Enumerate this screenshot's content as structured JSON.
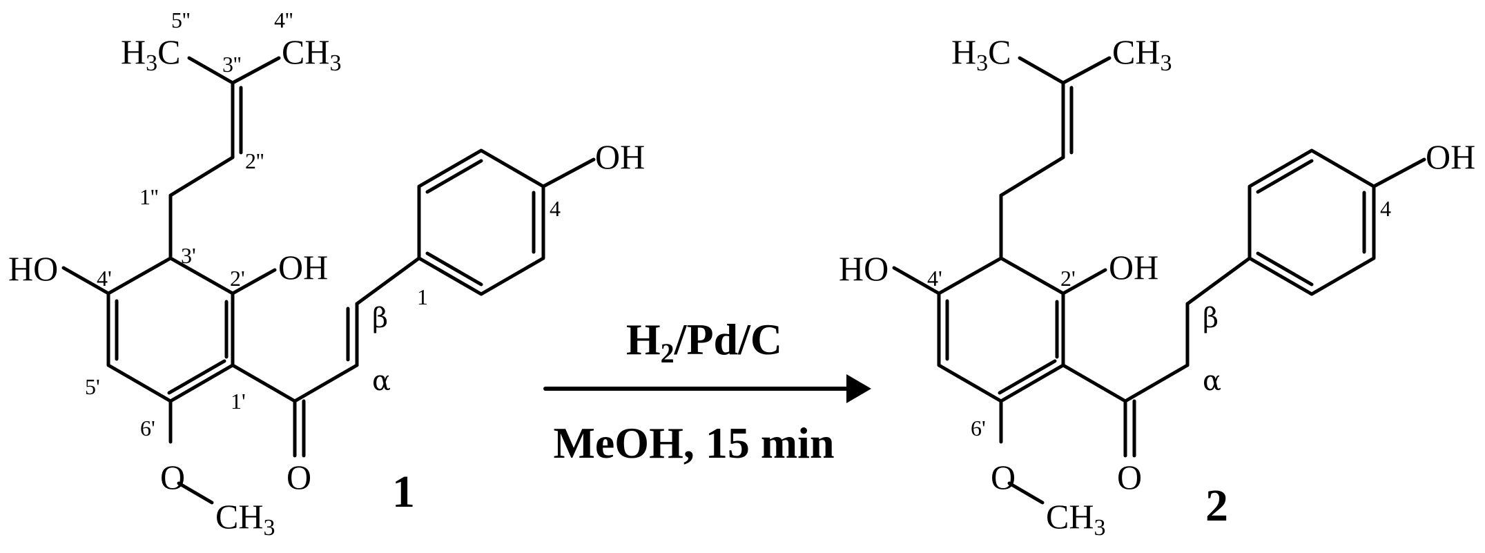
{
  "compound_1": {
    "id": "1",
    "groups": {
      "h3c": "H",
      "h3c_tail": "C",
      "ch3_top": "CH",
      "ch3_bottom": "CH",
      "three": "3",
      "ho": "HO",
      "oh_2p": "OH",
      "oh_4": "OH",
      "o_carbonyl": "O",
      "o_methoxy": "O"
    },
    "locants": {
      "l5pp": "5''",
      "l4pp": "4''",
      "l3pp": "3''",
      "l2pp": "2''",
      "l1pp": "1''",
      "l3p": "3'",
      "l4p": "4'",
      "l2p": "2'",
      "l5p": "5'",
      "l6p": "6'",
      "l1p": "1'",
      "l1": "1",
      "l4": "4",
      "beta": "β",
      "alpha": "α"
    }
  },
  "compound_2": {
    "id": "2",
    "groups": {
      "h3c": "H",
      "h3c_tail": "C",
      "ch3_top": "CH",
      "ch3_bottom": "CH",
      "three": "3",
      "ho": "HO",
      "oh_2p": "OH",
      "oh_4": "OH",
      "o_carbonyl": "O",
      "o_methoxy": "O"
    },
    "locants": {
      "l4p": "4'",
      "l2p": "2'",
      "l6p": "6'",
      "l4": "4",
      "beta": "β",
      "alpha": "α"
    }
  },
  "reaction": {
    "reagent_h": "H",
    "reagent_h_sub": "2",
    "reagent_rest": "/Pd/C",
    "solvent_time": "MeOH, 15 min"
  }
}
